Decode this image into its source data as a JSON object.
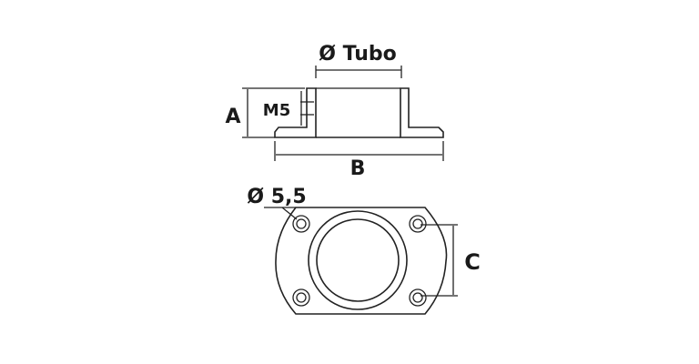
{
  "labels": {
    "tube_diameter": "Ø Tubo",
    "height": "A",
    "thread": "M5",
    "width": "B",
    "hole_diameter": "Ø 5,5",
    "hole_spacing": "C"
  }
}
